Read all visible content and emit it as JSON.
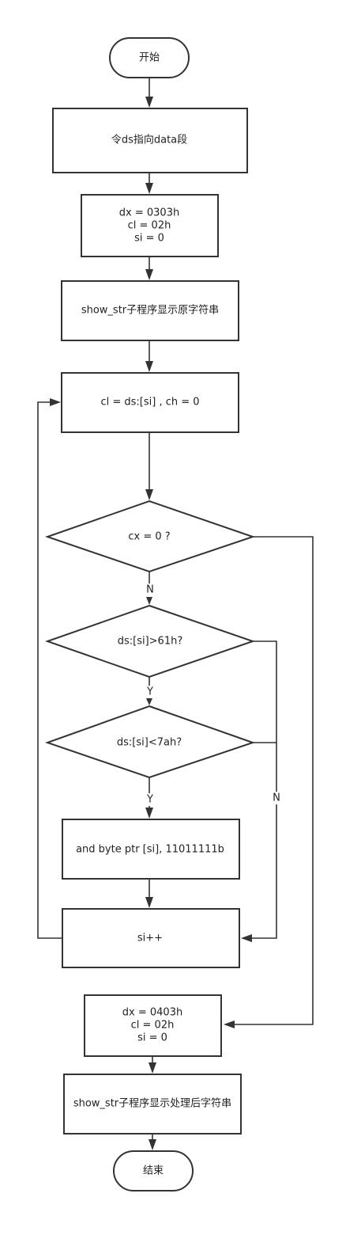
{
  "nodes": {
    "start": "开始",
    "set_ds": "令ds指向data段",
    "init1": [
      "dx = 0303h",
      "cl = 02h",
      "si = 0"
    ],
    "show_orig": "show_str子程序显示原字符串",
    "load_cl": "cl = ds:[si] , ch = 0",
    "check_cx": "cx = 0 ?",
    "check_ge": "ds:[si]>61h?",
    "check_lt": "ds:[si]<7ah?",
    "and_op": "and byte ptr [si], 11011111b",
    "inc_si": "si++",
    "init2": [
      "dx = 0403h",
      "cl = 02h",
      "si = 0"
    ],
    "show_proc": "show_str子程序显示处理后字符串",
    "end": "结束"
  },
  "edge_labels": {
    "cx_no": "N",
    "ge_yes": "Y",
    "lt_yes": "Y",
    "no_merge": "N"
  }
}
